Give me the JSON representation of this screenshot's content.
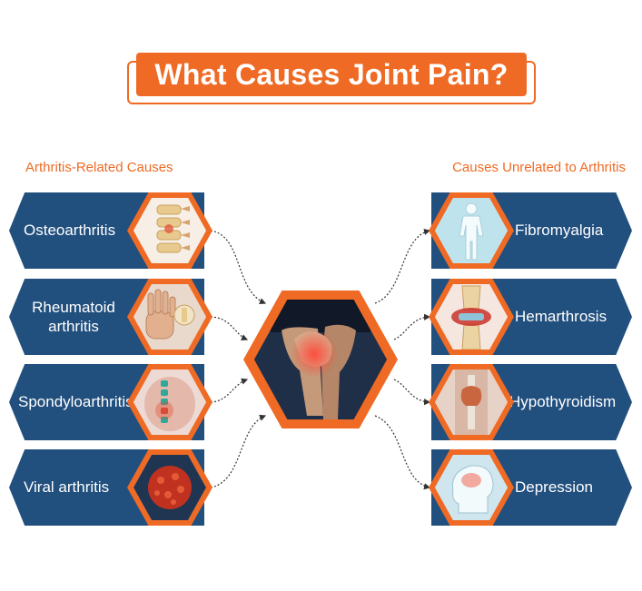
{
  "title": "What Causes Joint Pain?",
  "sections": {
    "left_label": "Arthritis-Related Causes",
    "right_label": "Causes Unrelated to Arthritis"
  },
  "left_items": [
    {
      "label": "Osteoarthritis",
      "icon": "spine-vertebrae-icon"
    },
    {
      "label": "Rheumatoid arthritis",
      "icon": "hand-joint-icon"
    },
    {
      "label": "Spondyloarthritis",
      "icon": "lower-back-icon"
    },
    {
      "label": "Viral arthritis",
      "icon": "virus-icon"
    }
  ],
  "right_items": [
    {
      "label": "Fibromyalgia",
      "icon": "body-figure-icon"
    },
    {
      "label": "Hemarthrosis",
      "icon": "knee-joint-icon"
    },
    {
      "label": "Hypothyroidism",
      "icon": "thyroid-icon"
    },
    {
      "label": "Depression",
      "icon": "head-brain-icon"
    }
  ],
  "center_image": "knee-pain-photo",
  "colors": {
    "accent_orange": "#ef6a24",
    "banner_blue": "#214f7e",
    "white": "#ffffff"
  }
}
